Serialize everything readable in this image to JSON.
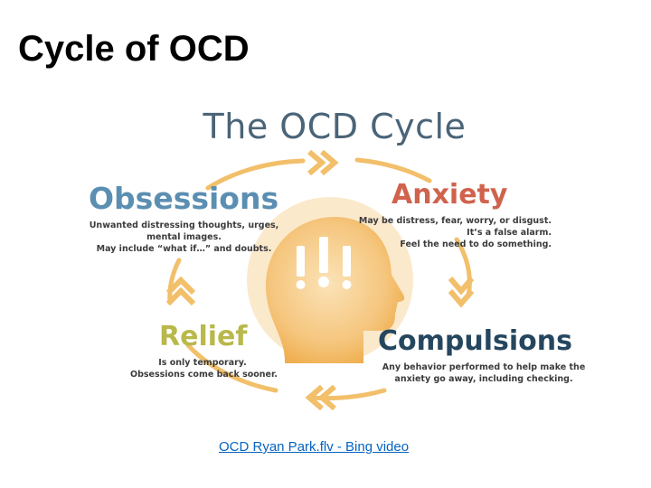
{
  "slide": {
    "title": "Cycle of OCD"
  },
  "diagram": {
    "title": "The OCD Cycle",
    "nodes": {
      "obsessions": {
        "label": "Obsessions",
        "lines": [
          "Unwanted distressing thoughts, urges,",
          "mental images.",
          "May include “what if…” and doubts."
        ]
      },
      "anxiety": {
        "label": "Anxiety",
        "lines": [
          "May be distress, fear, worry, or disgust.",
          "It’s a false alarm.",
          "Feel the need to do something."
        ]
      },
      "relief": {
        "label": "Relief",
        "lines": [
          "Is only temporary.",
          "Obsessions come back sooner."
        ]
      },
      "compulsions": {
        "label": "Compulsions",
        "lines": [
          "Any behavior performed to help make the",
          "anxiety go away, including checking."
        ]
      }
    },
    "colors": {
      "title": "#4a6478",
      "obsessions": "#5b8fb2",
      "anxiety": "#d0634d",
      "relief": "#b9b84a",
      "compulsions": "#25465f",
      "arrows": "#f2bf6a",
      "head": "#f2b55a"
    },
    "icons": [
      "head-silhouette-icon",
      "exclamation-icon",
      "double-chevron-icon"
    ]
  },
  "link": {
    "text": "OCD Ryan Park.flv - Bing video"
  }
}
